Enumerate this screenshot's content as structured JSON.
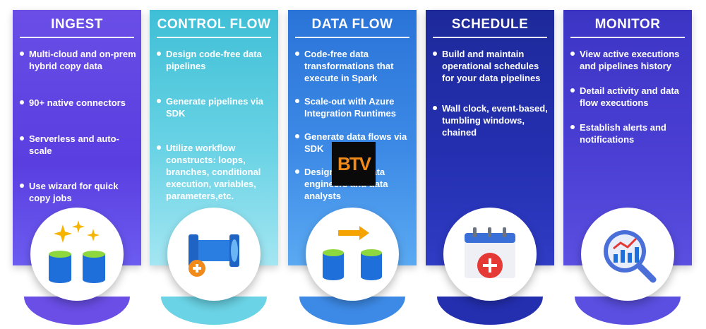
{
  "cards": [
    {
      "title": "INGEST",
      "items": [
        "Multi-cloud and on-prem hybrid copy data",
        "90+ native connectors",
        "Serverless and auto-scale",
        "Use wizard for quick copy jobs"
      ]
    },
    {
      "title": "CONTROL FLOW",
      "items": [
        "Design code-free data pipelines",
        "Generate pipelines via SDK",
        "Utilize workflow constructs: loops, branches, conditional execution, variables, parameters,etc."
      ]
    },
    {
      "title": "DATA FLOW",
      "items": [
        "Code-free data transformations that execute in Spark",
        "Scale-out with Azure Integration Runtimes",
        "Generate data flows via SDK",
        "Designers for data engineers and data analysts"
      ]
    },
    {
      "title": "SCHEDULE",
      "items": [
        "Build and maintain operational schedules for your data pipelines",
        "Wall clock, event-based, tumbling windows, chained"
      ]
    },
    {
      "title": "MONITOR",
      "items": [
        "View active executions and pipelines history",
        "Detail activity and data flow executions",
        "Establish alerts and notifications"
      ]
    }
  ],
  "colors": {
    "ingest": "#5a3ee0",
    "control_flow": "#6ad3e5",
    "data_flow": "#3d8ae6",
    "schedule": "#242fb0",
    "monitor": "#4a3ed3"
  },
  "icons": [
    "database-sparkle-icon",
    "pipe-add-icon",
    "database-transfer-icon",
    "calendar-add-icon",
    "monitor-chart-icon"
  ],
  "logo": {
    "text": "BTV"
  }
}
